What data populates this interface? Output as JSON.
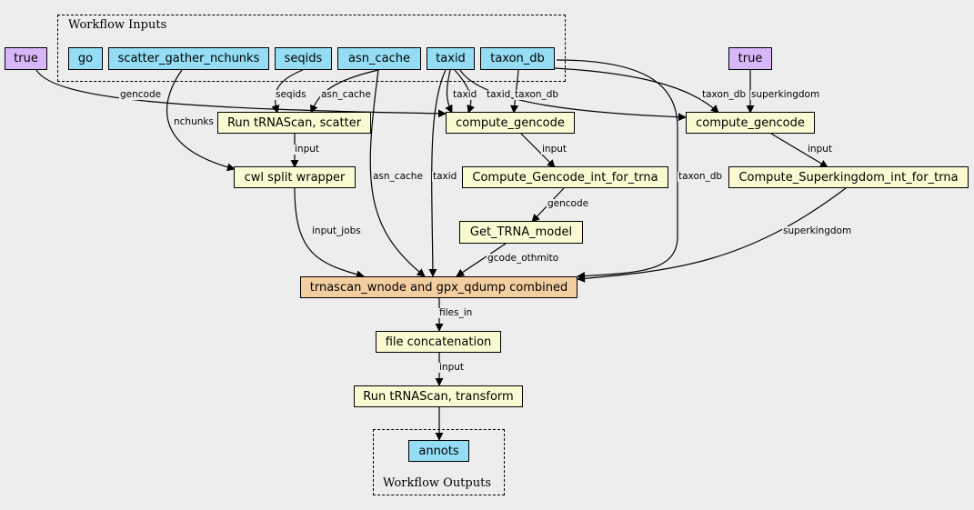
{
  "clusters": {
    "inputs_title": "Workflow Inputs",
    "outputs_title": "Workflow Outputs"
  },
  "inputs": {
    "go": "go",
    "scatter_gather_nchunks": "scatter_gather_nchunks",
    "seqids": "seqids",
    "asn_cache": "asn_cache",
    "taxid": "taxid",
    "taxon_db": "taxon_db"
  },
  "params": {
    "true_left": "true",
    "true_right": "true"
  },
  "steps": {
    "run_scatter": "Run tRNAScan, scatter",
    "compute_gencode_1": "compute_gencode",
    "compute_gencode_2": "compute_gencode",
    "cwl_split": "cwl split wrapper",
    "compute_gencode_int": "Compute_Gencode_int_for_trna",
    "compute_superkingdom_int": "Compute_Superkingdom_int_for_trna",
    "get_trna_model": "Get_TRNA_model",
    "combined": "trnascan_wnode and gpx_qdump combined",
    "file_concat": "file concatenation",
    "run_transform": "Run tRNAScan, transform"
  },
  "outputs": {
    "annots": "annots"
  },
  "edge_labels": {
    "gencode_top": "gencode",
    "seqids": "seqids",
    "asn_cache_top": "asn_cache",
    "taxid_a": "taxid",
    "taxid_b": "taxid",
    "taxon_db_a": "taxon_db",
    "taxon_db_b": "taxon_db",
    "superkingdom_top": "superkingdom",
    "nchunks": "nchunks",
    "input_a": "input",
    "input_b": "input",
    "input_c": "input",
    "asn_cache_mid": "asn_cache",
    "taxid_mid": "taxid",
    "taxon_db_mid": "taxon_db",
    "gencode_mid": "gencode",
    "input_jobs": "input_jobs",
    "superkingdom_mid": "superkingdom",
    "gcode_othmito": "gcode_othmito",
    "files_in": "files_in",
    "input_d": "input"
  }
}
